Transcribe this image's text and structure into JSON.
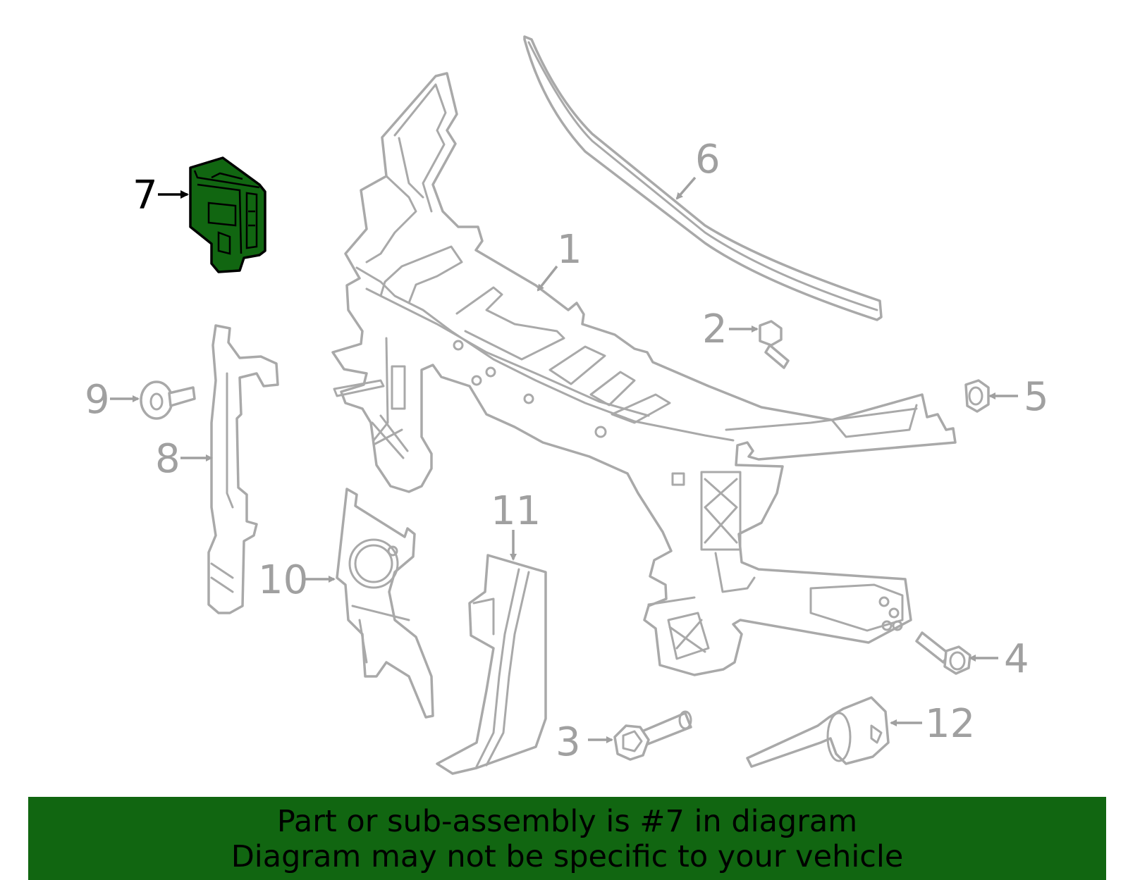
{
  "callouts": [
    {
      "id": "1",
      "label": "1"
    },
    {
      "id": "2",
      "label": "2"
    },
    {
      "id": "3",
      "label": "3"
    },
    {
      "id": "4",
      "label": "4"
    },
    {
      "id": "5",
      "label": "5"
    },
    {
      "id": "6",
      "label": "6"
    },
    {
      "id": "7",
      "label": "7"
    },
    {
      "id": "8",
      "label": "8"
    },
    {
      "id": "9",
      "label": "9"
    },
    {
      "id": "10",
      "label": "10"
    },
    {
      "id": "11",
      "label": "11"
    },
    {
      "id": "12",
      "label": "12"
    }
  ],
  "highlighted_part": "7",
  "colors": {
    "highlight": "#116611",
    "line_art": "#a9a9a9",
    "banner_bg": "#116611"
  },
  "banner": {
    "line1": "Part or sub-assembly is #7 in diagram",
    "line2": "Diagram may not be specific to your vehicle"
  }
}
